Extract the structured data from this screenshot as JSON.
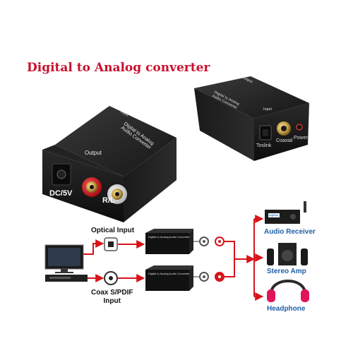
{
  "title": "Digital to Analog converter",
  "device_left": {
    "top_text_line1": "Digital to Analog",
    "top_text_line2": "Audio Converter",
    "input_label": "Input",
    "output_label": "Output",
    "dc_label": "DC/5V",
    "rl_label": "R/L"
  },
  "device_right": {
    "top_text_line1": "Digital to Analog",
    "top_text_line2": "Audio Converter",
    "output_label": "Output",
    "input_label": "Input",
    "toslink_label": "Toslink",
    "coaxial_label": "Coaxial",
    "power_label": "Power"
  },
  "diagram": {
    "optical_input": "Optical Input",
    "coax_line1": "Coax S/PDIF",
    "coax_line2": "Input",
    "mini_device_text": "Digital to Analog Audio Converter",
    "audio_receiver": "Audio Receiver",
    "stereo_amp": "Stereo Amp",
    "headphone": "Headphone",
    "receiver_display": "togibus"
  },
  "colors": {
    "title_red": "#c8102e",
    "arrow_red": "#d7141a",
    "label_blue": "#1f5fa8",
    "device_black": "#1c1c1c"
  }
}
